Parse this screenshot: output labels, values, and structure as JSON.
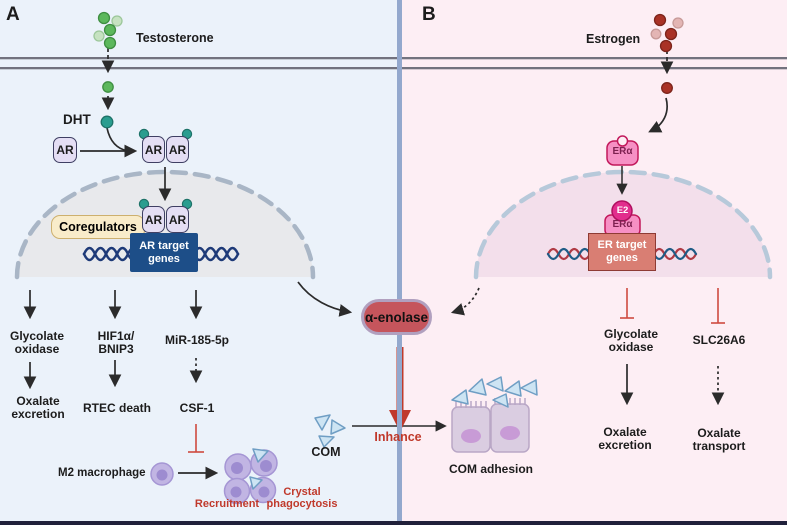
{
  "panel_a": {
    "label": "A",
    "ligand": "Testosterone",
    "dht": "DHT",
    "receptor": "AR",
    "coregulators": "Coregulators",
    "target_genes": "AR target\ngenes",
    "pathways": {
      "glycolate_oxidase": "Glycolate\noxidase",
      "oxalate_excretion": "Oxalate\nexcretion",
      "hif1a_bnip3": "HIF1α/\nBNIP3",
      "rtec_death": "RTEC death",
      "mir_185_5p": "MiR-185-5p",
      "csf1": "CSF-1"
    },
    "macrophage": {
      "m2_label": "M2 macrophage",
      "recruitment": "Recruitment",
      "crystal_phagocytosis": "Crystal\nphagocytosis"
    }
  },
  "center": {
    "enolase": "α-enolase",
    "com": "COM",
    "effect": "Inhance",
    "com_adhesion": "COM adhesion"
  },
  "panel_b": {
    "label": "B",
    "ligand": "Estrogen",
    "receptor": "ERα",
    "e2": "E2",
    "target_genes": "ER target\ngenes",
    "pathways": {
      "glycolate_oxidase": "Glycolate\noxidase",
      "oxalate_excretion": "Oxalate\nexcretion",
      "slc26a6": "SLC26A6",
      "oxalate_transport": "Oxalate\ntransport"
    }
  },
  "colors": {
    "panel_a_bg": "#ebf2fa",
    "panel_b_bg": "#fdeef4",
    "divider": "#93a8cd",
    "enolase_fill": "#c5555c",
    "inhibition_red": "#cf4a3f",
    "enhance_arrow_red": "#c0392b",
    "ar_box": "#e4def4",
    "ar_target_genes_box": "#1d4e88",
    "er_target_genes_box": "#d97e73",
    "er_pink": "#f690c4",
    "e2_magenta": "#e22e8d",
    "testosterone_green": "#5cb85c",
    "dht_teal": "#2a9d8f",
    "estrogen_red": "#a93226",
    "crystal_blue": "#cde4f3",
    "macrophage_purple": "#c1b5e3"
  }
}
